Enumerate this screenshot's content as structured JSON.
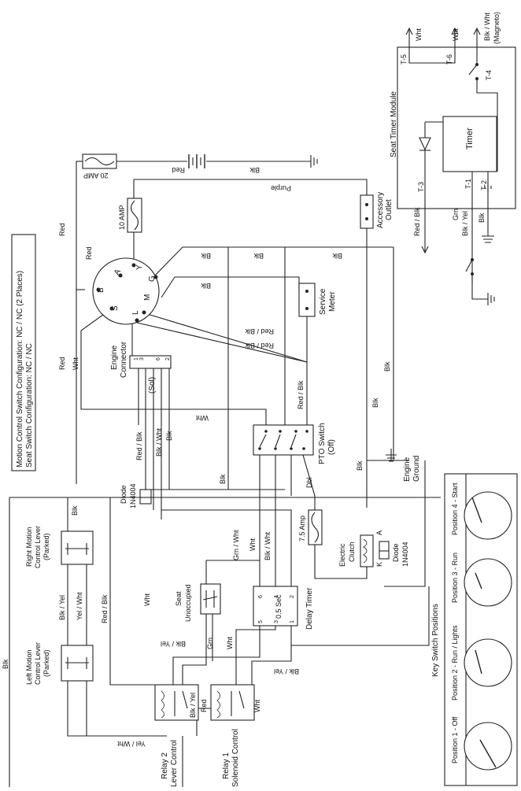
{
  "notes": {
    "motion_switch": "Motion Control Switch Configuration:  NC / NC (2 Places)",
    "seat_switch": "Seat Switch Configuration:  NC / NC"
  },
  "components": {
    "seat_timer_module": "Seat Timer Module",
    "timer": "Timer",
    "t1": "T-1",
    "t2": "T-2",
    "t3": "T-3",
    "t4": "T-4",
    "t5": "T-5",
    "t6": "T-6",
    "wht_a": "Wht",
    "wht_b": "Wht",
    "blk_wht_magneto_1": "Blk / Wht",
    "blk_wht_magneto_2": "(Magneto)",
    "fuse_20": "20 AMP",
    "fuse_10": "10 AMP",
    "fuse_75": "7.5 Amp",
    "accessory_outlet_1": "Accessory",
    "accessory_outlet_2": "Outlet",
    "service_meter_1": "Service",
    "service_meter_2": "Meter",
    "engine_connector_1": "Engine",
    "engine_connector_2": "Connector",
    "sol": "(Sol)",
    "pto_switch_1": "PTO Switch",
    "pto_switch_2": "(Off)",
    "engine_ground_1": "Engine",
    "engine_ground_2": "Ground",
    "diode_a_1": "Diode",
    "diode_a_2": "1N4004",
    "diode_b_1": "Diode",
    "diode_b_2": "1N4004",
    "electric_clutch_1": "Electric",
    "electric_clutch_2": "Clutch",
    "clutch_a": "A",
    "clutch_k": "K",
    "right_lever_1": "Right Motion",
    "right_lever_2": "Control Lever",
    "right_lever_3": "(Parked)",
    "left_lever_1": "Left Motion",
    "left_lever_2": "Control Lever",
    "left_lever_3": "(Parked)",
    "seat_1": "Seat",
    "seat_2": "Unoccupied",
    "delay_timer": "Delay Timer",
    "delay_sec": "0.5 Sec",
    "relay2_1": "Relay 2",
    "relay2_2": "Lever Control",
    "relay1_1": "Relay 1",
    "relay1_2": "Solenoid Control",
    "key_switch_positions": "Key Switch Positions"
  },
  "wire_labels": {
    "red_batt": "Red",
    "blk_batt": "Blk",
    "blk_gnd": "Blk",
    "purple": "Purple",
    "red_fuse": "Red",
    "red_key": "Red",
    "red_left": "Red",
    "wht_left": "Wht",
    "blk_g1": "Blk",
    "blk_g2": "Blk",
    "blk_g3": "Blk",
    "blk_m": "Blk",
    "red_blk_1": "Red / Blk",
    "red_blk_2": "Red / Blk",
    "red_blk_3": "Red / Blk",
    "wht_mid": "Wht",
    "blk_ground_1": "Blk",
    "blk_ground_2": "Blk",
    "blk_ground_3": "Blk",
    "red_blk_d": "Red / Blk",
    "blk_wht_d": "Blk / Wht",
    "blk_d": "Blk",
    "blk_d2": "Blk",
    "dbl": "Dbl",
    "grn_wht": "Grn / Wht",
    "wht_dt": "Wht",
    "blk_wht_dt": "Blk / Wht",
    "blk_rl": "Blk",
    "blk_yel_l": "Blk / Yel",
    "yel_wht_l": "Yel / Wht",
    "red_blk_l": "Red / Blk",
    "wht_l2": "Wht",
    "grn_s": "Grn",
    "wht_s": "Wht",
    "blk_yel_top": "Blk / Yel",
    "blk_yel_bot": "Blk / Yel",
    "blk_yel_r2": "Blk / Yel",
    "red_r": "Red",
    "wht_r1": "Wht",
    "yel_wht_bot": "Yel / Wht",
    "blk_far": "Blk",
    "red_blk_stm": "Red / Blk",
    "grn_stm": "Grn",
    "blk_yel_stm": "Blk / Yel",
    "blk_stm": "Blk"
  },
  "key_switch": {
    "terminals": {
      "a": "A",
      "b": "B",
      "g": "G",
      "l": "L",
      "m": "M",
      "s": "S",
      "y": "Y"
    },
    "positions": [
      {
        "label": "Position 1 - Off"
      },
      {
        "label": "Position 2 - Run / Lights"
      },
      {
        "label": "Position 3 - Run"
      },
      {
        "label": "Position 4 - Start"
      }
    ]
  },
  "connector_pins": {
    "p1": "1",
    "p3": "3",
    "p6": "6",
    "p2": "2"
  },
  "timer_pins": {
    "p6": "6",
    "p4": "4",
    "p2": "2",
    "p5": "5",
    "p3": "3",
    "p1": "1"
  }
}
